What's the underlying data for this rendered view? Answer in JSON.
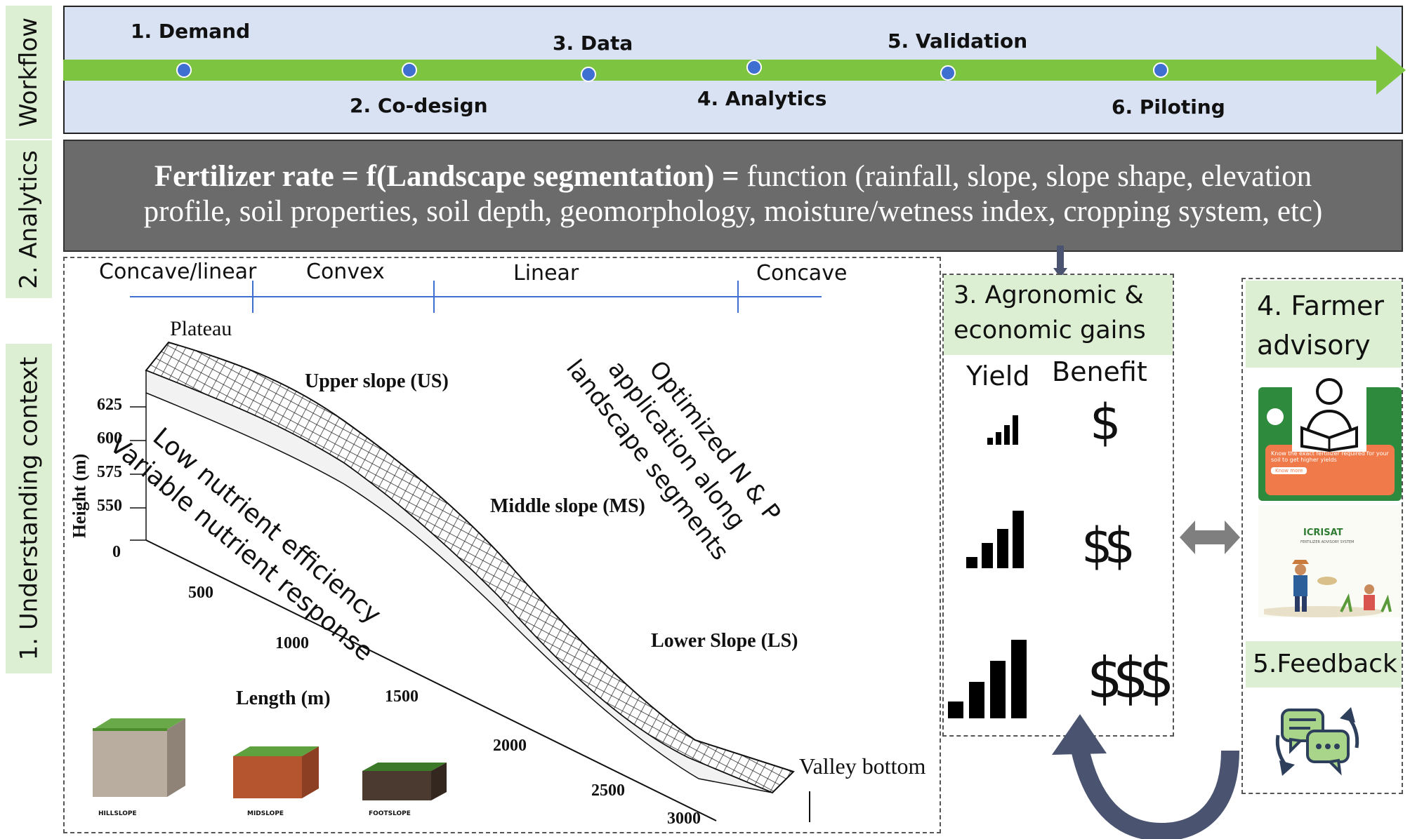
{
  "sidebar": {
    "workflow": "Workflow",
    "analytics": "2. Analytics",
    "context": "1. Understanding context"
  },
  "workflow_steps": [
    {
      "label": "1. Demand"
    },
    {
      "label": "2. Co-design"
    },
    {
      "label": "3. Data"
    },
    {
      "label": "4. Analytics"
    },
    {
      "label": "5. Validation"
    },
    {
      "label": "6. Piloting"
    }
  ],
  "analytics": {
    "formula_bold": "Fertilizer rate = f(Landscape segmentation) =",
    "formula_rest": "function (rainfall, slope, slope shape, elevation",
    "formula_line2": "profile, soil properties, soil depth, geomorphology, moisture/wetness index, cropping system, etc)"
  },
  "landscape": {
    "shape_labels": [
      "Concave/linear",
      "Convex",
      "Linear",
      "Concave"
    ],
    "position_labels": {
      "plateau": "Plateau",
      "upper": "Upper slope (US)",
      "middle": "Middle slope (MS)",
      "lower": "Lower Slope (LS)",
      "valley": "Valley bottom"
    },
    "height_axis_label": "Height (m)",
    "height_ticks": [
      "625",
      "600",
      "575",
      "550",
      "0"
    ],
    "length_axis_label": "Length (m)",
    "length_ticks": [
      "500",
      "1000",
      "1500",
      "2000",
      "2500",
      "3000"
    ],
    "annotation_low_1": "Low nutrient efficiency",
    "annotation_low_2": "Variable nutrient response",
    "annotation_opt_1": "Optimized N & P",
    "annotation_opt_2": "application along",
    "annotation_opt_3": "landscape segments",
    "soil_blocks": [
      "HILLSLOPE",
      "MIDSLOPE",
      "FOOTSLOPE"
    ]
  },
  "gains": {
    "title_1": "3. Agronomic &",
    "title_2": "economic gains",
    "col_yield": "Yield",
    "col_benefit": "Benefit",
    "benefits": [
      "$",
      "$$",
      "$$$"
    ]
  },
  "advisory": {
    "title_1": "4. Farmer",
    "title_2": "advisory",
    "phone_text": "Know the exact fertilizer required for your soil to get higher yields",
    "phone_button": "Know more",
    "brand": "ICRISAT",
    "brand_sub": "FERTILIZER ADVISORY SYSTEM",
    "feedback": "5.Feedback"
  },
  "colors": {
    "green_band": "#dcefd2",
    "arrow_green": "#7dc540",
    "timeline_bg": "#d9e2f3",
    "formula_bg": "#6b6b6b",
    "curve_arrow": "#4a5470"
  }
}
